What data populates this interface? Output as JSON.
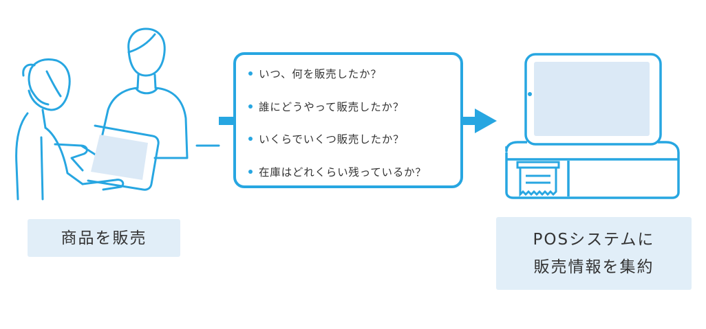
{
  "questions": [
    "いつ、何を販売したか？",
    "誰にどうやって販売したか？",
    "いくらでいくつ販売したか？",
    "在庫はどれくらい残っているか？"
  ],
  "left_label": "商品を販売",
  "right_label": {
    "line1": "POSシステムに",
    "line2": "販売情報を集約"
  },
  "colors": {
    "accent": "#27a6e1",
    "label_bg": "#e1eef8",
    "text": "#333333"
  },
  "icons": [
    "customer-person-icon",
    "staff-person-icon",
    "tablet-icon",
    "pos-terminal-icon",
    "receipt-icon",
    "arrow-right-icon"
  ]
}
